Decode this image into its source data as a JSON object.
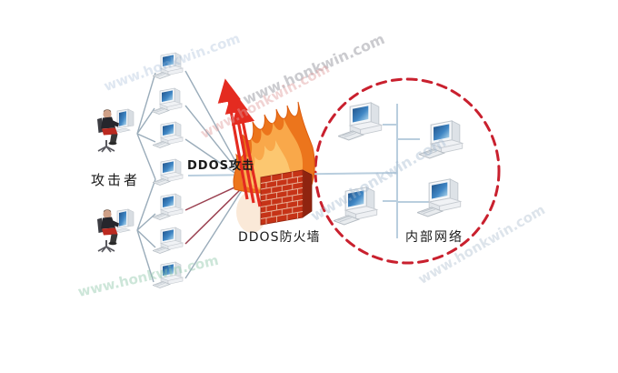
{
  "title": "DDOS attack and firewall network diagram",
  "labels": {
    "attacker": "攻击者",
    "ddos_attack": "DDOS攻击",
    "firewall": "DDOS防火墙",
    "internal_network": "内部网络"
  },
  "watermark": {
    "text": "www.honkwin.com"
  },
  "diagram": {
    "attackers_count": 2,
    "zombie_computers_count": 7,
    "internal_computers_count": 4,
    "colors": {
      "attack_arrow": "#e42b20",
      "botnet_line": "#9aacba",
      "return_line": "#9a4050",
      "network_line": "#b9cede",
      "boundary_circle": "#c9202e",
      "brick_front": "#c63317",
      "brick_side": "#8f2410",
      "brick_top": "#e7c9b8",
      "mortar": "#e8b49b",
      "flame_outer": "#ec751c",
      "flame_inner": "#f9a84a",
      "flame_core": "#fcca74",
      "screen_blue": "#2a6db0"
    }
  }
}
